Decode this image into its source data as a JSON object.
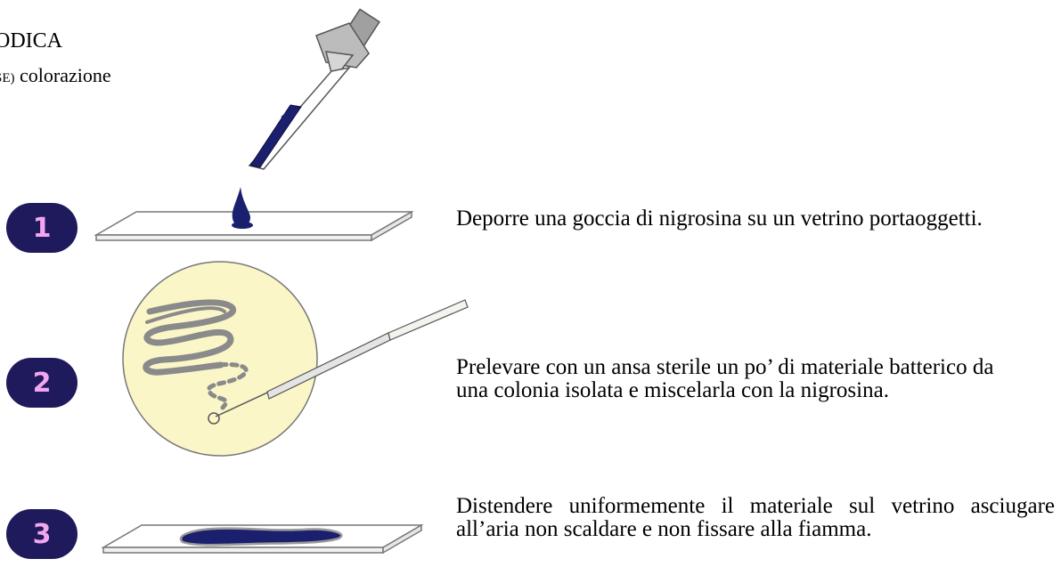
{
  "header": {
    "title": "ODICA",
    "subtitle_small": "SE)",
    "subtitle_rest": " colorazione"
  },
  "steps": [
    {
      "number": "1",
      "text": "Deporre una goccia di nigrosina su un vetrino portaoggetti."
    },
    {
      "number": "2",
      "text": "Prelevare con un ansa sterile un po’ di materiale batterico da una colonia isolata e miscelarla con la nigrosina."
    },
    {
      "number": "3",
      "text": "Distendere uniformemente il materiale sul vetrino asciugare all’aria non scaldare e non fissare alla fiamma."
    }
  ],
  "colors": {
    "badge_bg": "#1e1a5c",
    "badge_text": "#f3a6f0",
    "stain": "#1a1f6e",
    "petri_dish": "#fbf6c8",
    "dropper_bulb": "#9a9a9a"
  }
}
